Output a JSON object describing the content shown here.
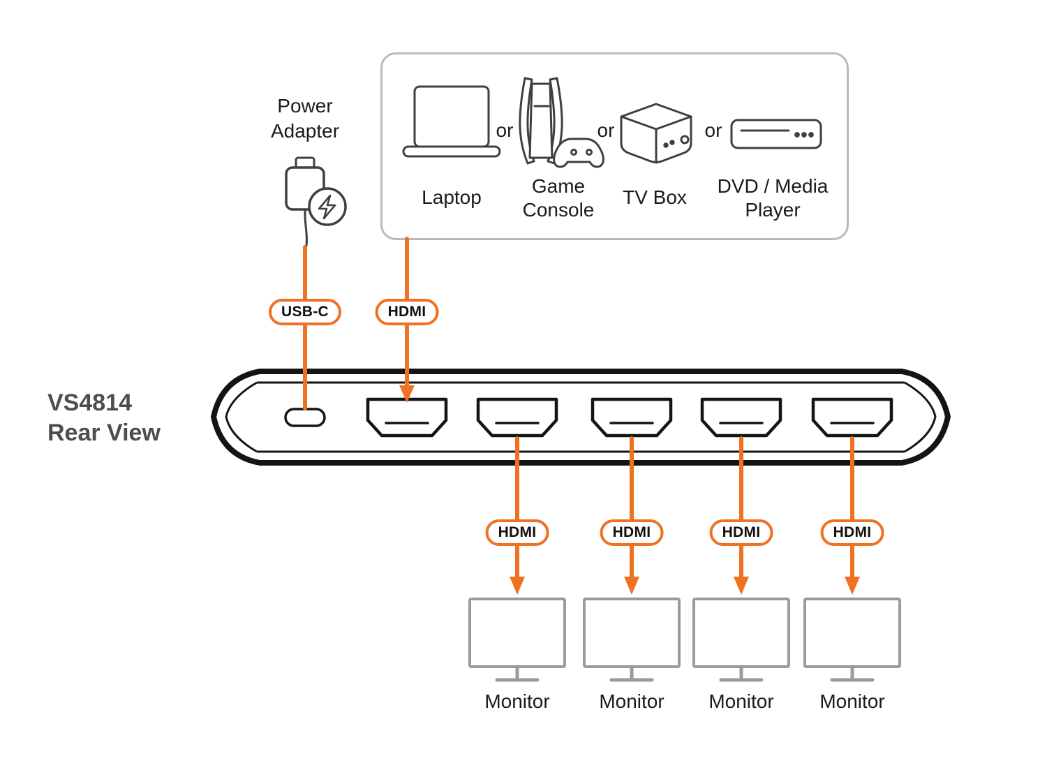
{
  "title": {
    "line1": "VS4814",
    "line2": "Rear View"
  },
  "power": {
    "line1": "Power",
    "line2": "Adapter",
    "badge": "USB-C"
  },
  "sources": {
    "separator": "or",
    "badge": "HDMI",
    "items": [
      {
        "label": "Laptop"
      },
      {
        "label": "Game Console"
      },
      {
        "label": "TV Box"
      },
      {
        "label": "DVD / Media Player"
      }
    ]
  },
  "outputs": {
    "badges": [
      "HDMI",
      "HDMI",
      "HDMI",
      "HDMI"
    ],
    "monitors": [
      "Monitor",
      "Monitor",
      "Monitor",
      "Monitor"
    ]
  },
  "colors": {
    "accent": "#F07122",
    "device_outline": "#141414",
    "icon_outline": "#3F3F3F",
    "monitor_gray": "#9B9B9B",
    "source_box_border": "#B9B9B9",
    "title_text": "#4D4D4D",
    "label_text": "#1A1A1A"
  }
}
